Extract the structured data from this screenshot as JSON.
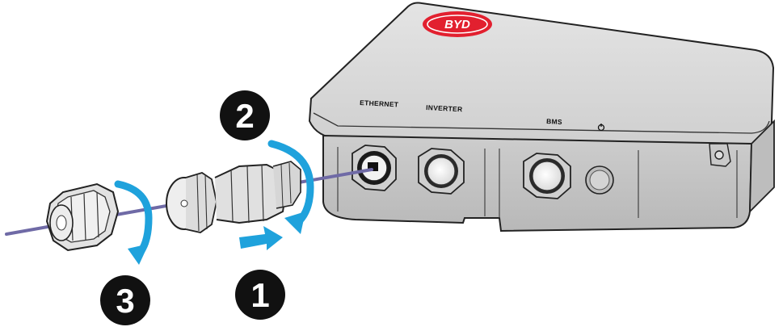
{
  "device": {
    "logo_text": "BYD",
    "logo_color": "#e2202f",
    "port_labels": {
      "ethernet": "ETHERNET",
      "inverter": "INVERTER",
      "bms": "BMS"
    },
    "body_color": "#d3d3d3"
  },
  "steps": [
    {
      "number": "1"
    },
    {
      "number": "2"
    },
    {
      "number": "3"
    }
  ],
  "colors": {
    "arrow": "#1fa2dc",
    "cable": "#6f6aa6",
    "step_badge": "#111111"
  }
}
